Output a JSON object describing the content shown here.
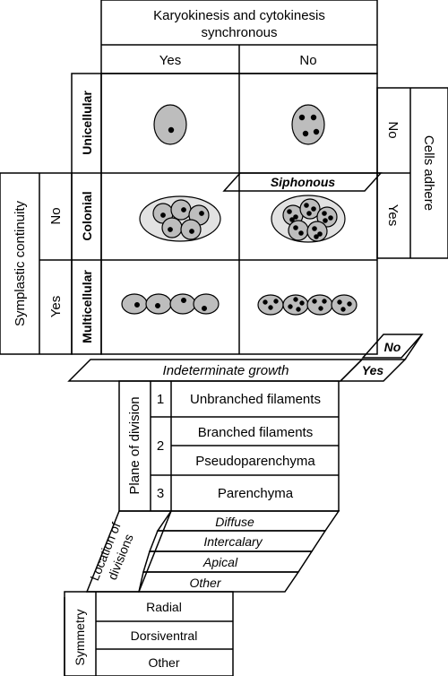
{
  "header": {
    "title_line1": "Karyokinesis and cytokinesis",
    "title_line2": "synchronous",
    "col_yes": "Yes",
    "col_no": "No"
  },
  "rows": {
    "unicellular": "Unicellular",
    "colonial": "Colonial",
    "multicellular": "Multicellular"
  },
  "symplastic": {
    "label": "Symplastic continuity",
    "no": "No",
    "yes": "Yes"
  },
  "cells_adhere": {
    "label": "Cells adhere",
    "no": "No",
    "yes": "Yes"
  },
  "siphonous": "Siphonous",
  "indeterminate_growth": {
    "label": "Indeterminate growth",
    "no": "No",
    "yes": "Yes"
  },
  "plane_of_division": {
    "label": "Plane of division",
    "n1": "1",
    "n2": "2",
    "n3": "3",
    "unbranched": "Unbranched filaments",
    "branched": "Branched filaments",
    "pseudoparenchyma": "Pseudoparenchyma",
    "parenchyma": "Parenchyma"
  },
  "location_of_divisions": {
    "label_line1": "Location of",
    "label_line2": "divisions",
    "diffuse": "Diffuse",
    "intercalary": "Intercalary",
    "apical": "Apical",
    "other": "Other"
  },
  "symmetry": {
    "label": "Symmetry",
    "radial": "Radial",
    "dorsiventral": "Dorsiventral",
    "other": "Other"
  },
  "colors": {
    "line": "#000000",
    "cell_fill": "#bdbdbd",
    "colony_fill": "#e2e2e2",
    "nucleus": "#000000"
  }
}
